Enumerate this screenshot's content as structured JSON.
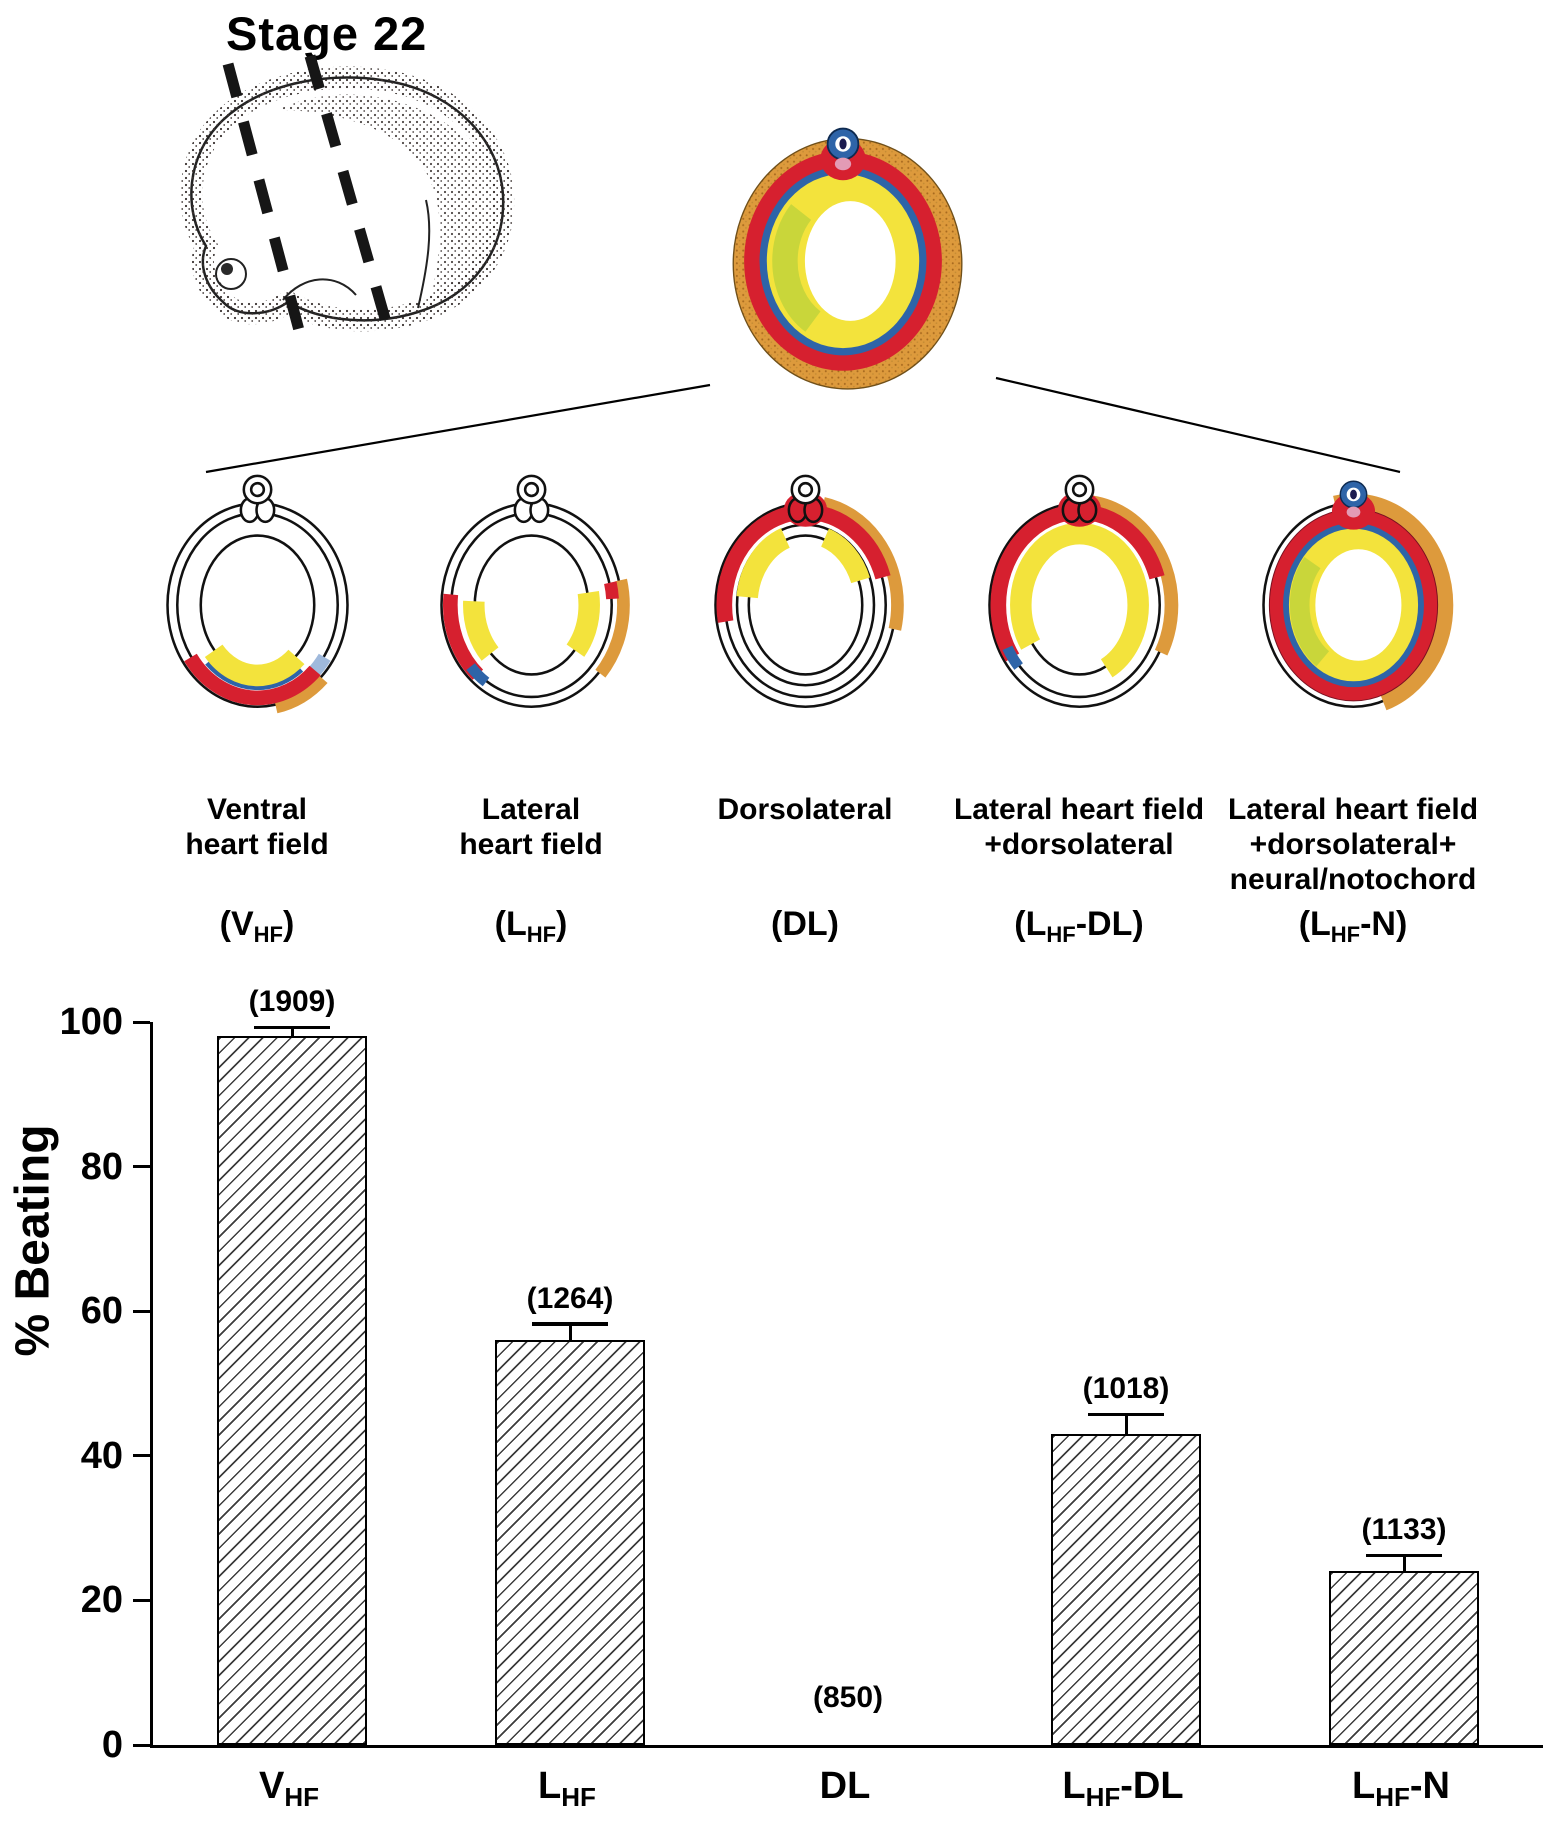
{
  "title": "Stage 22",
  "palette": {
    "orange": "#DD9A3C",
    "red": "#D6202F",
    "blue": "#2E64A8",
    "yellow": "#F3E33C",
    "yellow_green": "#C9D63A",
    "pink": "#E39BB5",
    "dark_navy": "#1C1C50",
    "light_blue": "#9FB9DC"
  },
  "sections": [
    {
      "label_lines": [
        "Ventral",
        "heart field"
      ],
      "symbol": {
        "pre": "(V",
        "sub": "HF",
        "post": ")"
      }
    },
    {
      "label_lines": [
        "Lateral",
        "heart field"
      ],
      "symbol": {
        "pre": "(L",
        "sub": "HF",
        "post": ")"
      }
    },
    {
      "label_lines": [
        "Dorsolateral"
      ],
      "symbol": {
        "pre": "(DL",
        "sub": "",
        "post": ")"
      }
    },
    {
      "label_lines": [
        "Lateral heart field",
        "+dorsolateral"
      ],
      "symbol": {
        "pre": "(L",
        "sub": "HF",
        "post": "-DL)"
      }
    },
    {
      "label_lines": [
        "Lateral heart field",
        "+dorsolateral+",
        "neural/notochord"
      ],
      "symbol": {
        "pre": "(L",
        "sub": "HF",
        "post": "-N)"
      }
    }
  ],
  "chart_data": {
    "type": "bar",
    "title": "",
    "ylabel": "% Beating",
    "xlabel": "",
    "ylim": [
      0,
      100
    ],
    "yticks": [
      0,
      20,
      40,
      60,
      80,
      100
    ],
    "categories": [
      "VHF",
      "LHF",
      "DL",
      "LHF-DL",
      "LHF-N"
    ],
    "category_parts": [
      {
        "pre": "V",
        "sub": "HF",
        "post": ""
      },
      {
        "pre": "L",
        "sub": "HF",
        "post": ""
      },
      {
        "pre": "DL",
        "sub": "",
        "post": ""
      },
      {
        "pre": "L",
        "sub": "HF",
        "post": "-DL"
      },
      {
        "pre": "L",
        "sub": "HF",
        "post": "-N"
      }
    ],
    "values": [
      98,
      56,
      0,
      43,
      24
    ],
    "errors": [
      1,
      2,
      0,
      2.5,
      2
    ],
    "counts": [
      1909,
      1264,
      850,
      1018,
      1133
    ],
    "count_format": "parentheses",
    "bar_fill": "#FFFFFF",
    "bar_hatch": "diagonal",
    "bar_outline": "#000000",
    "grid": false,
    "legend": false
  }
}
